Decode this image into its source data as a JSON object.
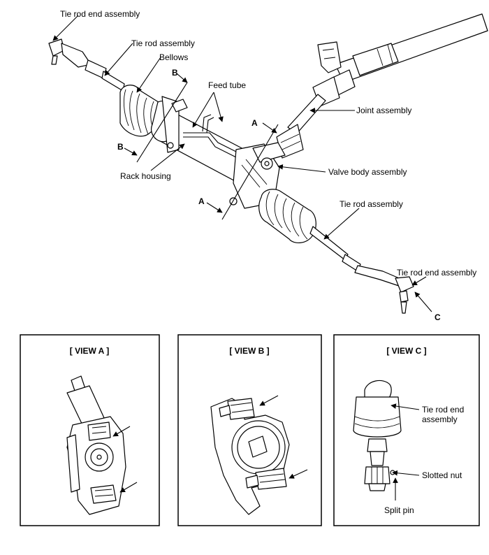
{
  "callouts": {
    "tie_rod_end_assembly_left": "Tie rod end assembly",
    "tie_rod_assembly_left": "Tie rod assembly",
    "bellows": "Bellows",
    "feed_tube": "Feed tube",
    "joint_assembly": "Joint assembly",
    "valve_body_assembly": "Valve body assembly",
    "rack_housing": "Rack housing",
    "tie_rod_assembly_right": "Tie rod assembly",
    "tie_rod_end_assembly_right": "Tie rod end assembly"
  },
  "section_markers": {
    "a_top": "A",
    "a_bottom": "A",
    "b_top": "B",
    "b_left": "B",
    "c": "C"
  },
  "views": {
    "a": {
      "title": "[ VIEW A ]"
    },
    "b": {
      "title": "[ VIEW B ]"
    },
    "c": {
      "title": "[ VIEW C ]",
      "tie_rod_end_line1": "Tie rod end",
      "tie_rod_end_line2": "assembly",
      "slotted_nut": "Slotted nut",
      "split_pin": "Split pin"
    }
  }
}
